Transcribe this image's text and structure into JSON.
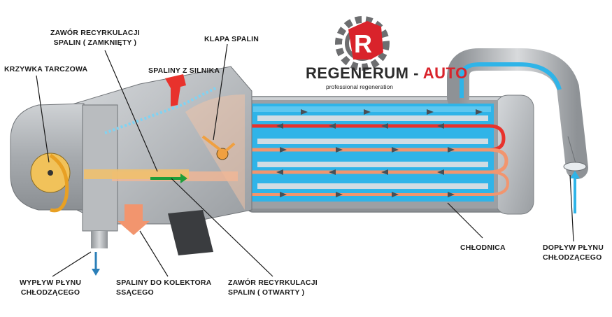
{
  "labels": {
    "krzywka": "KRZYWKA TARCZOWA",
    "zawor_zamkniety_1": "ZAWÓR RECYRKULACJI",
    "zawor_zamkniety_2": "SPALIN ( ZAMKNIĘTY )",
    "klapa": "KLAPA SPALIN",
    "spaliny_z_silnika": "SPALINY Z SILNIKA",
    "wyplyw_1": "WYPŁYW PŁYNU",
    "wyplyw_2": "CHŁODZĄCEGO",
    "kolektor_1": "SPALINY DO KOLEKTORA",
    "kolektor_2": "SSĄCEGO",
    "zawor_otwarty_1": "ZAWÓR RECYRKULACJI",
    "zawor_otwarty_2": "SPALIN ( OTWARTY )",
    "chlodnica": "CHŁODNICA",
    "doplyw_1": "DOPŁYW PŁYNU",
    "doplyw_2": "CHŁODZĄCEGO"
  },
  "logo": {
    "word_left": "REGENERUM - ",
    "word_right": "AUTO",
    "tagline": "professional regeneration",
    "letter": "R"
  },
  "colors": {
    "coolant": "#2fb4e8",
    "hot_exhaust": "#e8322c",
    "warm_exhaust": "#f2956e",
    "housing": "#a9adb1",
    "brand_red": "#d9232b",
    "gear_gray": "#6d6e70"
  }
}
